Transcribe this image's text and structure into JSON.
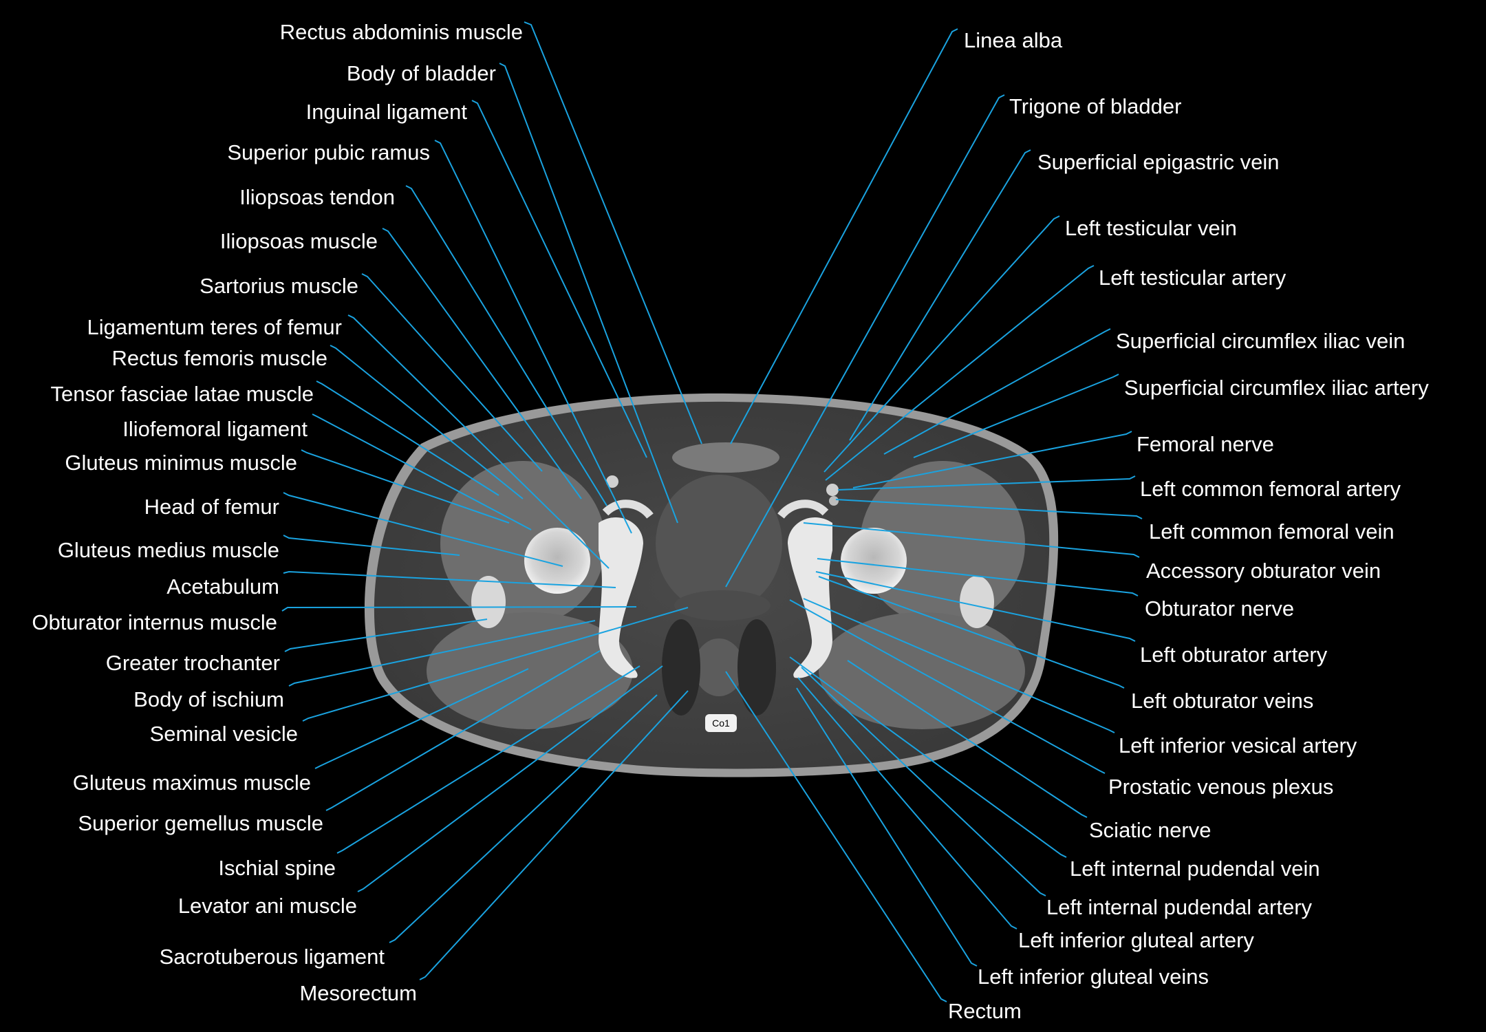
{
  "colors": {
    "background": "#000000",
    "label_text": "#ffffff",
    "leader_line": "#1aa3e0"
  },
  "scan": {
    "vertebra_label": "Co1"
  },
  "labels_left": [
    "Rectus abdominis muscle",
    "Body of bladder",
    "Inguinal ligament",
    "Superior pubic ramus",
    "Iliopsoas tendon",
    "Iliopsoas muscle",
    "Sartorius muscle",
    "Ligamentum teres of femur",
    "Rectus femoris muscle",
    "Tensor fasciae latae muscle",
    "Iliofemoral ligament",
    "Gluteus minimus muscle",
    "Head of femur",
    "Gluteus medius muscle",
    "Acetabulum",
    "Obturator internus muscle",
    "Greater trochanter",
    "Body of ischium",
    "Seminal vesicle",
    "Gluteus maximus muscle",
    "Superior gemellus muscle",
    "Ischial spine",
    "Levator ani muscle",
    "Sacrotuberous ligament",
    "Mesorectum"
  ],
  "labels_right": [
    "Linea alba",
    "Trigone of bladder",
    "Superficial epigastric vein",
    "Left testicular vein",
    "Left testicular artery",
    "Superficial circumflex iliac vein",
    "Superficial circumflex iliac artery",
    "Femoral nerve",
    "Left common femoral artery",
    "Left common femoral vein",
    "Accessory obturator vein",
    "Obturator nerve",
    "Left obturator artery",
    "Left obturator veins",
    "Left inferior vesical artery",
    "Prostatic venous plexus",
    "Sciatic nerve",
    "Left internal pudendal vein",
    "Left internal pudendal artery",
    "Left inferior gluteal artery",
    "Left inferior gluteal veins",
    "Rectum"
  ]
}
